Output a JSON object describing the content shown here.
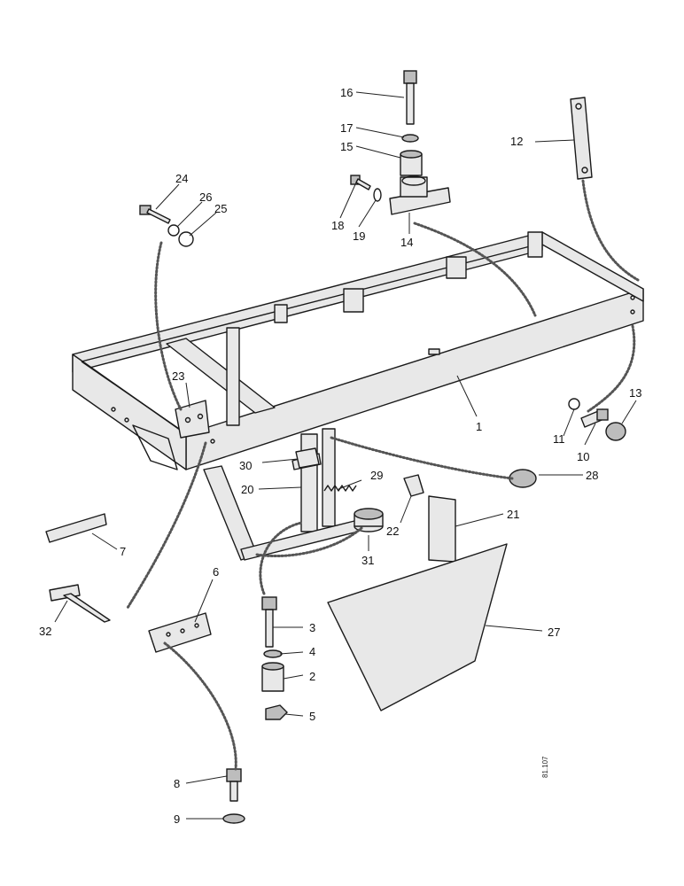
{
  "diagram": {
    "drawing_code": "81.107",
    "callouts": [
      "1",
      "2",
      "3",
      "4",
      "5",
      "6",
      "7",
      "8",
      "9",
      "10",
      "11",
      "12",
      "13",
      "14",
      "15",
      "16",
      "17",
      "18",
      "19",
      "20",
      "21",
      "22",
      "23",
      "24",
      "25",
      "26",
      "27",
      "28",
      "29",
      "30",
      "31",
      "32"
    ]
  }
}
